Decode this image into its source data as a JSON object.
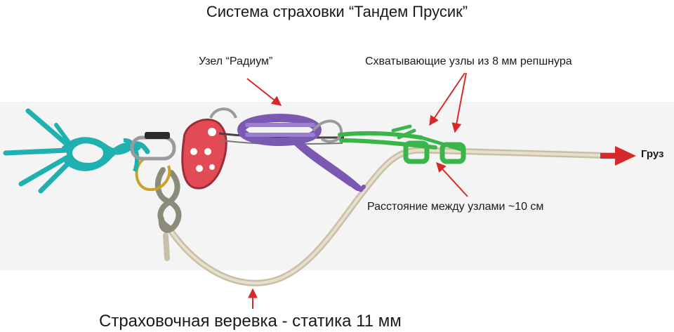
{
  "diagram": {
    "title": "Система страховки “Тандем Прусик”",
    "labels": {
      "radium_knot": "Узел “Радиум”",
      "grip_knots": "Схватывающие узлы из 8 мм репшнура",
      "distance": "Расстояние между узлами ~10 см",
      "load": "Груз",
      "rope": "Страховочная веревка - статика 11 мм"
    },
    "colors": {
      "arrow": "#d62a2a",
      "anchor_rope": "#1fb0b0",
      "rescue_8": "#9b2d3b",
      "radium_cord": "#7a59b3",
      "prusik_cord": "#39b54a",
      "static_rope": "#d8cfb8",
      "carabiner": "#9a9a9a",
      "figure8_loop": "#8c8b7a",
      "background_band": "#f4f4f4"
    },
    "icons": [
      "anchor-knot-icon",
      "rescue-eight-icon",
      "carabiner-icon",
      "radium-knot-icon",
      "prusik-knot-icon",
      "load-arrow-icon"
    ]
  }
}
